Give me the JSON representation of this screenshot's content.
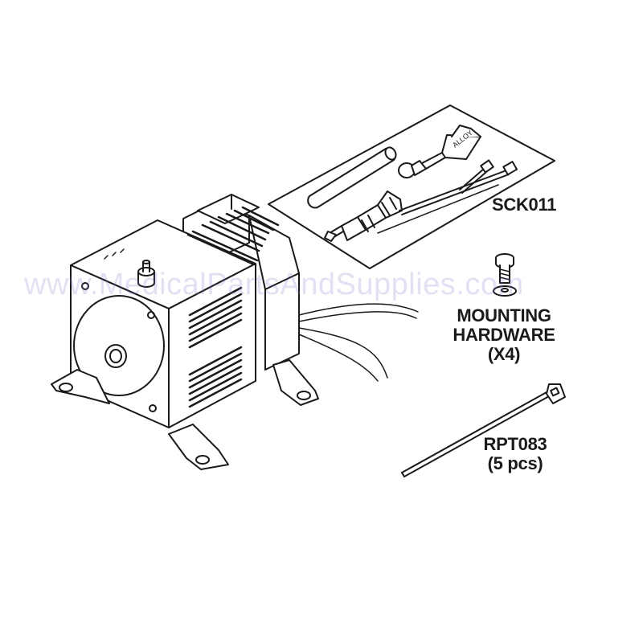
{
  "labels": {
    "scrub_kit": "SCK011",
    "mounting_line1": "MOUNTING",
    "mounting_line2": "HARDWARE",
    "mounting_line3": "(X4)",
    "cable_tie_part": "RPT083",
    "cable_tie_qty": "(5 pcs)"
  },
  "watermark": "www.MedicalPartsAndSupplies.com",
  "colors": {
    "line": "#1a1a1a",
    "fill": "#ffffff",
    "watermark": "#7878c8"
  },
  "icons": [
    "compressor-pump",
    "kit-tray",
    "screw-washer",
    "cable-tie"
  ]
}
